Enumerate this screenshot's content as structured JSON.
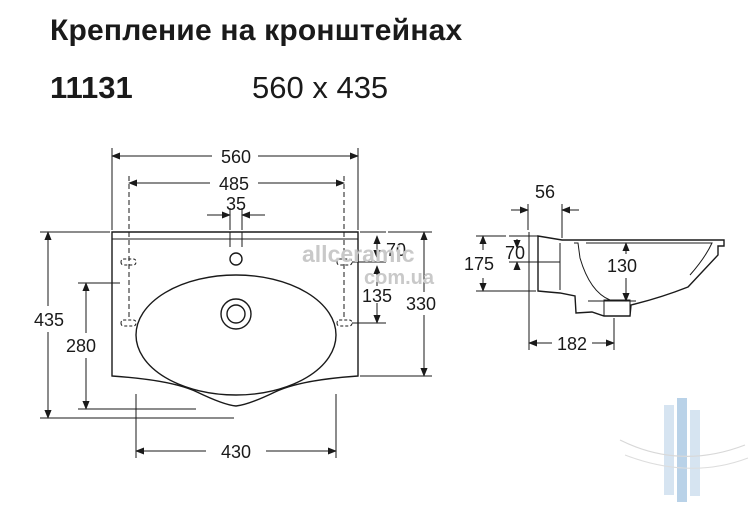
{
  "header": {
    "title": "Крепление на кронштейнах",
    "model": "11131",
    "size": "560 x 435"
  },
  "front_view": {
    "width_overall": "560",
    "bracket_spacing": "485",
    "tap_hole_width": "35",
    "bracket_to_top": "70",
    "bracket_spacing_vertical": "135",
    "bracket_area_height": "330",
    "depth_overall": "435",
    "bowl_depth": "280",
    "bottom_width": "430"
  },
  "side_view": {
    "rim_depth": "56",
    "rim_height": "70",
    "overall_height": "175",
    "bowl_height": "130",
    "wall_depth": "182"
  },
  "watermark": {
    "line1": "allceramic",
    "line2": "com.ua"
  },
  "colors": {
    "line": "#1a1a1a",
    "watermark": "#c9c9c9",
    "logo_accent": "#b9d2e8"
  }
}
